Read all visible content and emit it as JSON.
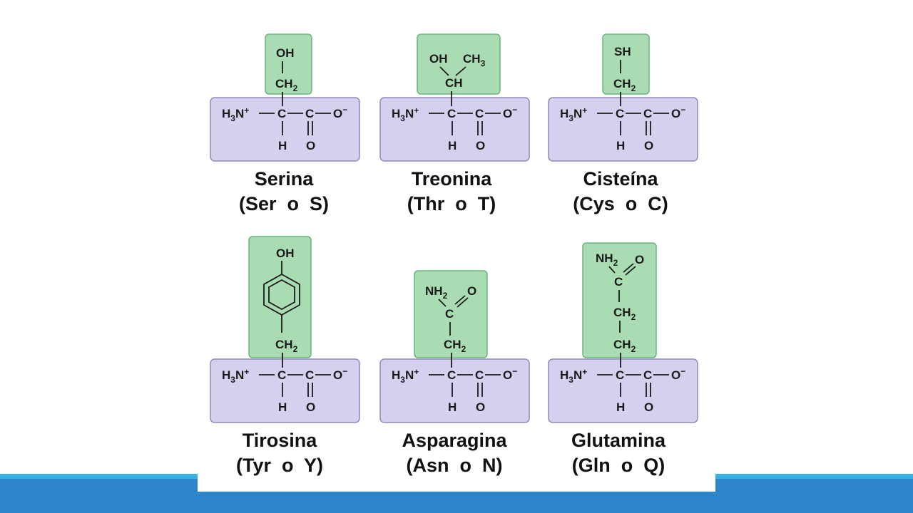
{
  "atoms": {
    "amine": "H",
    "amine_sub": "3",
    "amine_tail": "N",
    "charge_pos": "+",
    "carbon": "C",
    "hydrogen": "H",
    "oxygen": "O",
    "charge_neg": "−",
    "hydroxyl": "OH",
    "thiol": "SH",
    "methylene": "CH",
    "methylene_sub": "2",
    "methine": "CH",
    "methyl": "CH",
    "methyl_sub": "3",
    "amide": "NH",
    "amide_sub": "2"
  },
  "amino_acids": [
    {
      "name": "Serina",
      "code": "(Ser  o  S)"
    },
    {
      "name": "Treonina",
      "code": "(Thr  o  T)"
    },
    {
      "name": "Cisteína",
      "code": "(Cys  o  C)"
    },
    {
      "name": "Tirosina",
      "code": "(Tyr  o  Y)"
    },
    {
      "name": "Asparagina",
      "code": "(Asn  o  N)"
    },
    {
      "name": "Glutamina",
      "code": "(Gln  o  Q)"
    }
  ],
  "colors": {
    "backbone_fill": "#d4d1ee",
    "side_chain_fill": "#a9dcb3",
    "footer": "#2c86c9",
    "footer_stripe": "#39b0e3"
  }
}
